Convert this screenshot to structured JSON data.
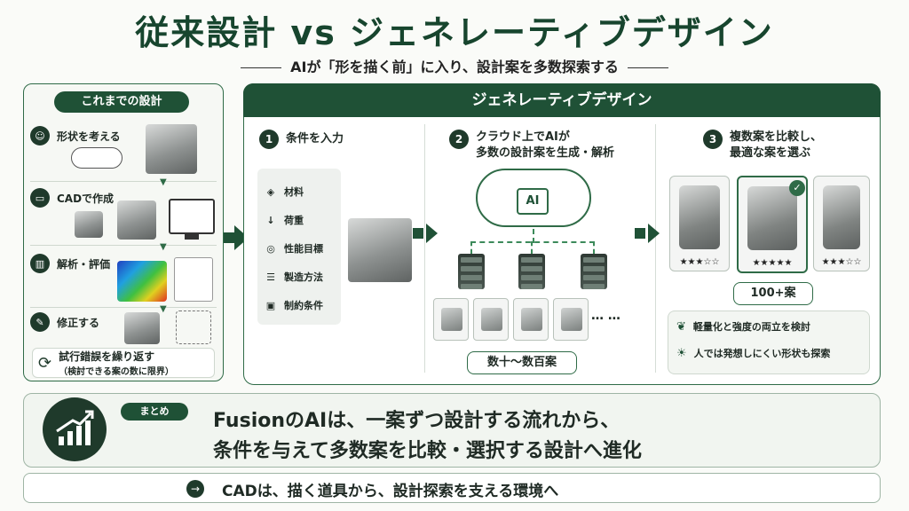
{
  "title": "従来設計 vs ジェネレーティブデザイン",
  "subtitle": "AIが「形を描く前」に入り、設計案を多数探索する",
  "left_panel": {
    "heading": "これまでの設計",
    "steps": [
      {
        "icon": "head-icon",
        "label": "形状を考える"
      },
      {
        "icon": "monitor-icon",
        "label": "CADで作成"
      },
      {
        "icon": "chart-icon",
        "label": "解析・評価"
      },
      {
        "icon": "edit-icon",
        "label": "修正する"
      }
    ],
    "loop_title": "試行錯誤を繰り返す",
    "loop_note": "（検討できる案の数に限界）"
  },
  "main_panel": {
    "heading": "ジェネレーティブデザイン",
    "step1": {
      "number": "1",
      "title": "条件を入力",
      "inputs": [
        {
          "icon": "cube-icon",
          "label": "材料"
        },
        {
          "icon": "arrow-down-icon",
          "label": "荷重"
        },
        {
          "icon": "target-icon",
          "label": "性能目標"
        },
        {
          "icon": "database-icon",
          "label": "製造方法"
        },
        {
          "icon": "lock-icon",
          "label": "制約条件"
        }
      ]
    },
    "step2": {
      "number": "2",
      "title_line1": "クラウド上でAIが",
      "title_line2": "多数の設計案を生成・解析",
      "chip_label": "AI",
      "ellipsis": "…  …",
      "count_label": "数十～数百案"
    },
    "step3": {
      "number": "3",
      "title_line1": "複数案を比較し、",
      "title_line2": "最適な案を選ぶ",
      "ratings": [
        "★★★☆☆",
        "★★★★★",
        "★★★☆☆"
      ],
      "count_label": "100+案",
      "benefits": [
        {
          "icon": "leaf-icon",
          "label": "軽量化と強度の両立を検討"
        },
        {
          "icon": "lightbulb-icon",
          "label": "人では発想しにくい形状も探索"
        }
      ]
    }
  },
  "summary": {
    "tag": "まとめ",
    "line1": "FusionのAIは、一案ずつ設計する流れから、",
    "line2": "条件を与えて多数案を比較・選択する設計へ進化"
  },
  "bottom": {
    "text": "CADは、描く道具から、設計探索を支える環境へ"
  },
  "colors": {
    "primary": "#1f5136",
    "accent": "#2f6b47",
    "dark": "#1f3a2b"
  }
}
